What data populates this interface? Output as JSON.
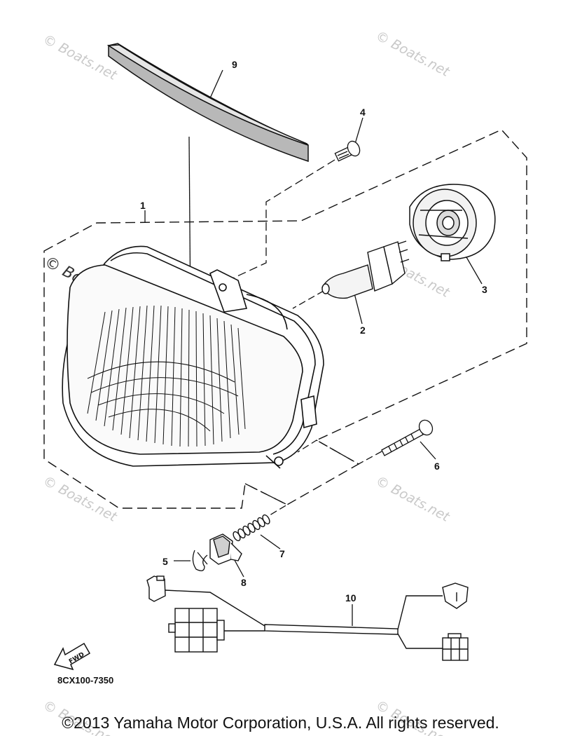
{
  "watermark": {
    "text": "© Boats.net"
  },
  "callouts": [
    "1",
    "2",
    "3",
    "4",
    "5",
    "6",
    "7",
    "8",
    "9",
    "10"
  ],
  "fwd_label": "FWD",
  "reference_code": "8CX100-7350",
  "copyright": "©2013 Yamaha Motor Corporation, U.S.A. All rights reserved."
}
